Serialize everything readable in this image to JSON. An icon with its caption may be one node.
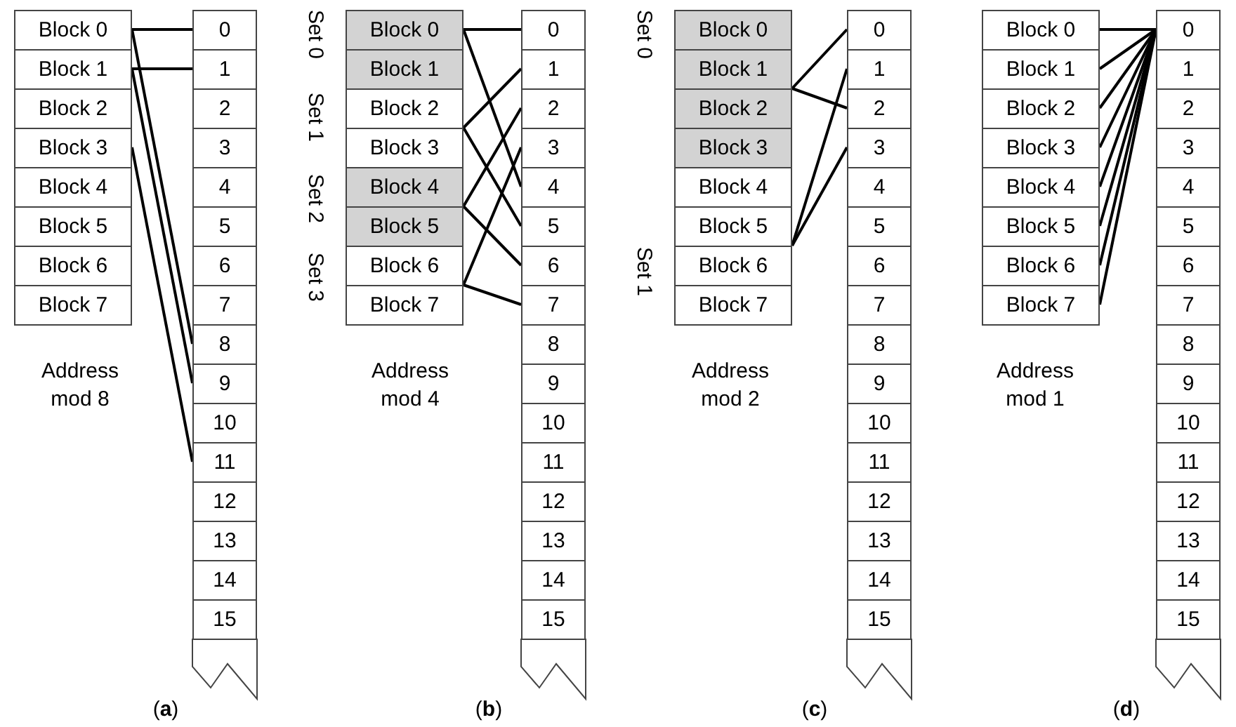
{
  "diagram": {
    "nodes": [
      {
        "text": [
          "Block 0"
        ]
      },
      {
        "text": [
          "Block 1"
        ]
      },
      {
        "text": [
          "Block 2"
        ]
      },
      {
        "text": [
          "Block 3"
        ]
      },
      {
        "text": [
          "Block 4"
        ]
      },
      {
        "text": [
          "Block 5"
        ]
      },
      {
        "text": [
          "Block 6"
        ]
      },
      {
        "text": [
          "Block 7"
        ]
      },
      {
        "text": [
          "0"
        ]
      },
      {
        "text": [
          "1"
        ]
      },
      {
        "text": [
          "2"
        ]
      },
      {
        "text": [
          "3"
        ]
      },
      {
        "text": [
          "4"
        ]
      },
      {
        "text": [
          "5"
        ]
      },
      {
        "text": [
          "6"
        ]
      },
      {
        "text": [
          "7"
        ]
      },
      {
        "text": [
          "8"
        ]
      },
      {
        "text": [
          "9"
        ]
      },
      {
        "text": [
          "10"
        ]
      },
      {
        "text": [
          "11"
        ]
      },
      {
        "text": [
          "12"
        ]
      },
      {
        "text": [
          "13"
        ]
      },
      {
        "text": [
          "14"
        ]
      },
      {
        "text": [
          "15"
        ]
      },
      {
        "text": [
          "Block 0"
        ]
      },
      {
        "text": [
          "Block 1"
        ]
      },
      {
        "text": [
          "Block 2"
        ]
      },
      {
        "text": [
          "Block 3"
        ]
      },
      {
        "text": [
          "Block 4"
        ]
      },
      {
        "text": [
          "Block 5"
        ]
      },
      {
        "text": [
          "Block 6"
        ]
      },
      {
        "text": [
          "Block 7"
        ]
      },
      {
        "text": [
          "0"
        ]
      },
      {
        "text": [
          "1"
        ]
      },
      {
        "text": [
          "2"
        ]
      },
      {
        "text": [
          "3"
        ]
      },
      {
        "text": [
          "4"
        ]
      },
      {
        "text": [
          "5"
        ]
      },
      {
        "text": [
          "6"
        ]
      },
      {
        "text": [
          "7"
        ]
      },
      {
        "text": [
          "8"
        ]
      },
      {
        "text": [
          "9"
        ]
      },
      {
        "text": [
          "10"
        ]
      },
      {
        "text": [
          "11"
        ]
      },
      {
        "text": [
          "12"
        ]
      },
      {
        "text": [
          "13"
        ]
      },
      {
        "text": [
          "14"
        ]
      },
      {
        "text": [
          "15"
        ]
      },
      {
        "text": [
          "Block 0"
        ]
      },
      {
        "text": [
          "Block 1"
        ]
      },
      {
        "text": [
          "Block 2"
        ]
      },
      {
        "text": [
          "Block 3"
        ]
      },
      {
        "text": [
          "Block 4"
        ]
      },
      {
        "text": [
          "Block 5"
        ]
      },
      {
        "text": [
          "Block 6"
        ]
      },
      {
        "text": [
          "Block 7"
        ]
      },
      {
        "text": [
          "0"
        ]
      },
      {
        "text": [
          "1"
        ]
      },
      {
        "text": [
          "2"
        ]
      },
      {
        "text": [
          "3"
        ]
      },
      {
        "text": [
          "4"
        ]
      },
      {
        "text": [
          "5"
        ]
      },
      {
        "text": [
          "6"
        ]
      },
      {
        "text": [
          "7"
        ]
      },
      {
        "text": [
          "8"
        ]
      },
      {
        "text": [
          "9"
        ]
      },
      {
        "text": [
          "10"
        ]
      },
      {
        "text": [
          "11"
        ]
      },
      {
        "text": [
          "12"
        ]
      },
      {
        "text": [
          "13"
        ]
      },
      {
        "text": [
          "14"
        ]
      },
      {
        "text": [
          "15"
        ]
      },
      {
        "text": [
          "Block 0"
        ]
      },
      {
        "text": [
          "Block 1"
        ]
      },
      {
        "text": [
          "Block 2"
        ]
      },
      {
        "text": [
          "Block 3"
        ]
      },
      {
        "text": [
          "Block 4"
        ]
      },
      {
        "text": [
          "Block 5"
        ]
      },
      {
        "text": [
          "Block 6"
        ]
      },
      {
        "text": [
          "Block 7"
        ]
      },
      {
        "text": [
          "0"
        ]
      },
      {
        "text": [
          "1"
        ]
      },
      {
        "text": [
          "2"
        ]
      },
      {
        "text": [
          "3"
        ]
      },
      {
        "text": [
          "4"
        ]
      },
      {
        "text": [
          "5"
        ]
      },
      {
        "text": [
          "6"
        ]
      },
      {
        "text": [
          "7"
        ]
      },
      {
        "text": [
          "8"
        ]
      },
      {
        "text": [
          "9"
        ]
      },
      {
        "text": [
          "10"
        ]
      },
      {
        "text": [
          "11"
        ]
      },
      {
        "text": [
          "12"
        ]
      },
      {
        "text": [
          "13"
        ]
      },
      {
        "text": [
          "14"
        ]
      },
      {
        "text": [
          "15"
        ]
      }
    ],
    "edges": [
      {
        "from": 0,
        "to": 8,
        "arrow": "none"
      },
      {
        "from": 1,
        "to": 9,
        "arrow": "none"
      },
      {
        "from": 0,
        "to": 16,
        "arrow": "none"
      },
      {
        "from": 1,
        "to": 17,
        "arrow": "none"
      },
      {
        "from": 3,
        "to": 19,
        "arrow": "none"
      },
      {
        "from": 24,
        "to": 32,
        "arrow": "none"
      },
      {
        "from": 24,
        "to": 36,
        "arrow": "none"
      },
      {
        "from": 26,
        "to": 33,
        "arrow": "none"
      },
      {
        "from": 26,
        "to": 37,
        "arrow": "none"
      },
      {
        "from": 28,
        "to": 34,
        "arrow": "none"
      },
      {
        "from": 28,
        "to": 38,
        "arrow": "none"
      },
      {
        "from": 30,
        "to": 35,
        "arrow": "none"
      },
      {
        "from": 30,
        "to": 39,
        "arrow": "none"
      },
      {
        "from": 49,
        "to": 56,
        "arrow": "none"
      },
      {
        "from": 49,
        "to": 58,
        "arrow": "none"
      },
      {
        "from": 53,
        "to": 57,
        "arrow": "none"
      },
      {
        "from": 53,
        "to": 59,
        "arrow": "none"
      },
      {
        "from": 72,
        "to": 80,
        "arrow": "none"
      },
      {
        "from": 73,
        "to": 80,
        "arrow": "none"
      },
      {
        "from": 74,
        "to": 80,
        "arrow": "none"
      },
      {
        "from": 75,
        "to": 80,
        "arrow": "none"
      },
      {
        "from": 76,
        "to": 80,
        "arrow": "none"
      },
      {
        "from": 77,
        "to": 80,
        "arrow": "none"
      },
      {
        "from": 78,
        "to": 80,
        "arrow": "none"
      },
      {
        "from": 79,
        "to": 80,
        "arrow": "none"
      }
    ],
    "labels": [
      "Set 0",
      "Set 1",
      "Set 2",
      "Set 3",
      "Set 0",
      "Set 1",
      "Address mod 8",
      "Address mod 4",
      "Address mod 2",
      "Address mod 1",
      "(**a**)",
      "(**b**)",
      "(**c**)",
      "(**d**)"
    ]
  }
}
